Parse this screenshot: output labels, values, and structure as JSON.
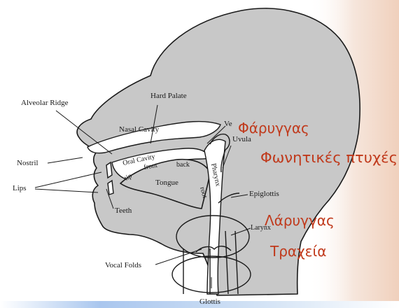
{
  "labels": {
    "alveolar_ridge": "Alveolar Ridge",
    "hard_palate": "Hard Palate",
    "nasal_cavity": "Nasal Cavity",
    "velum": "Ve",
    "uvula": "Uvula",
    "nostril": "Nostril",
    "oral_cavity": "Oral Cavity",
    "lips": "Lips",
    "tip": "tip",
    "front": "front",
    "back": "back",
    "tongue": "Tongue",
    "root": "root",
    "pharynx": "Pharynx",
    "epiglottis": "Epiglottis",
    "teeth": "Teeth",
    "larynx": "Larynx",
    "vocal_folds": "Vocal Folds",
    "glottis": "Glottis"
  },
  "greek": {
    "pharynx": "Φάρυγγας",
    "vocal_folds": "Φωνητικές πτυχές",
    "larynx": "Λάρυγγας",
    "trachea": "Τραχεία"
  }
}
